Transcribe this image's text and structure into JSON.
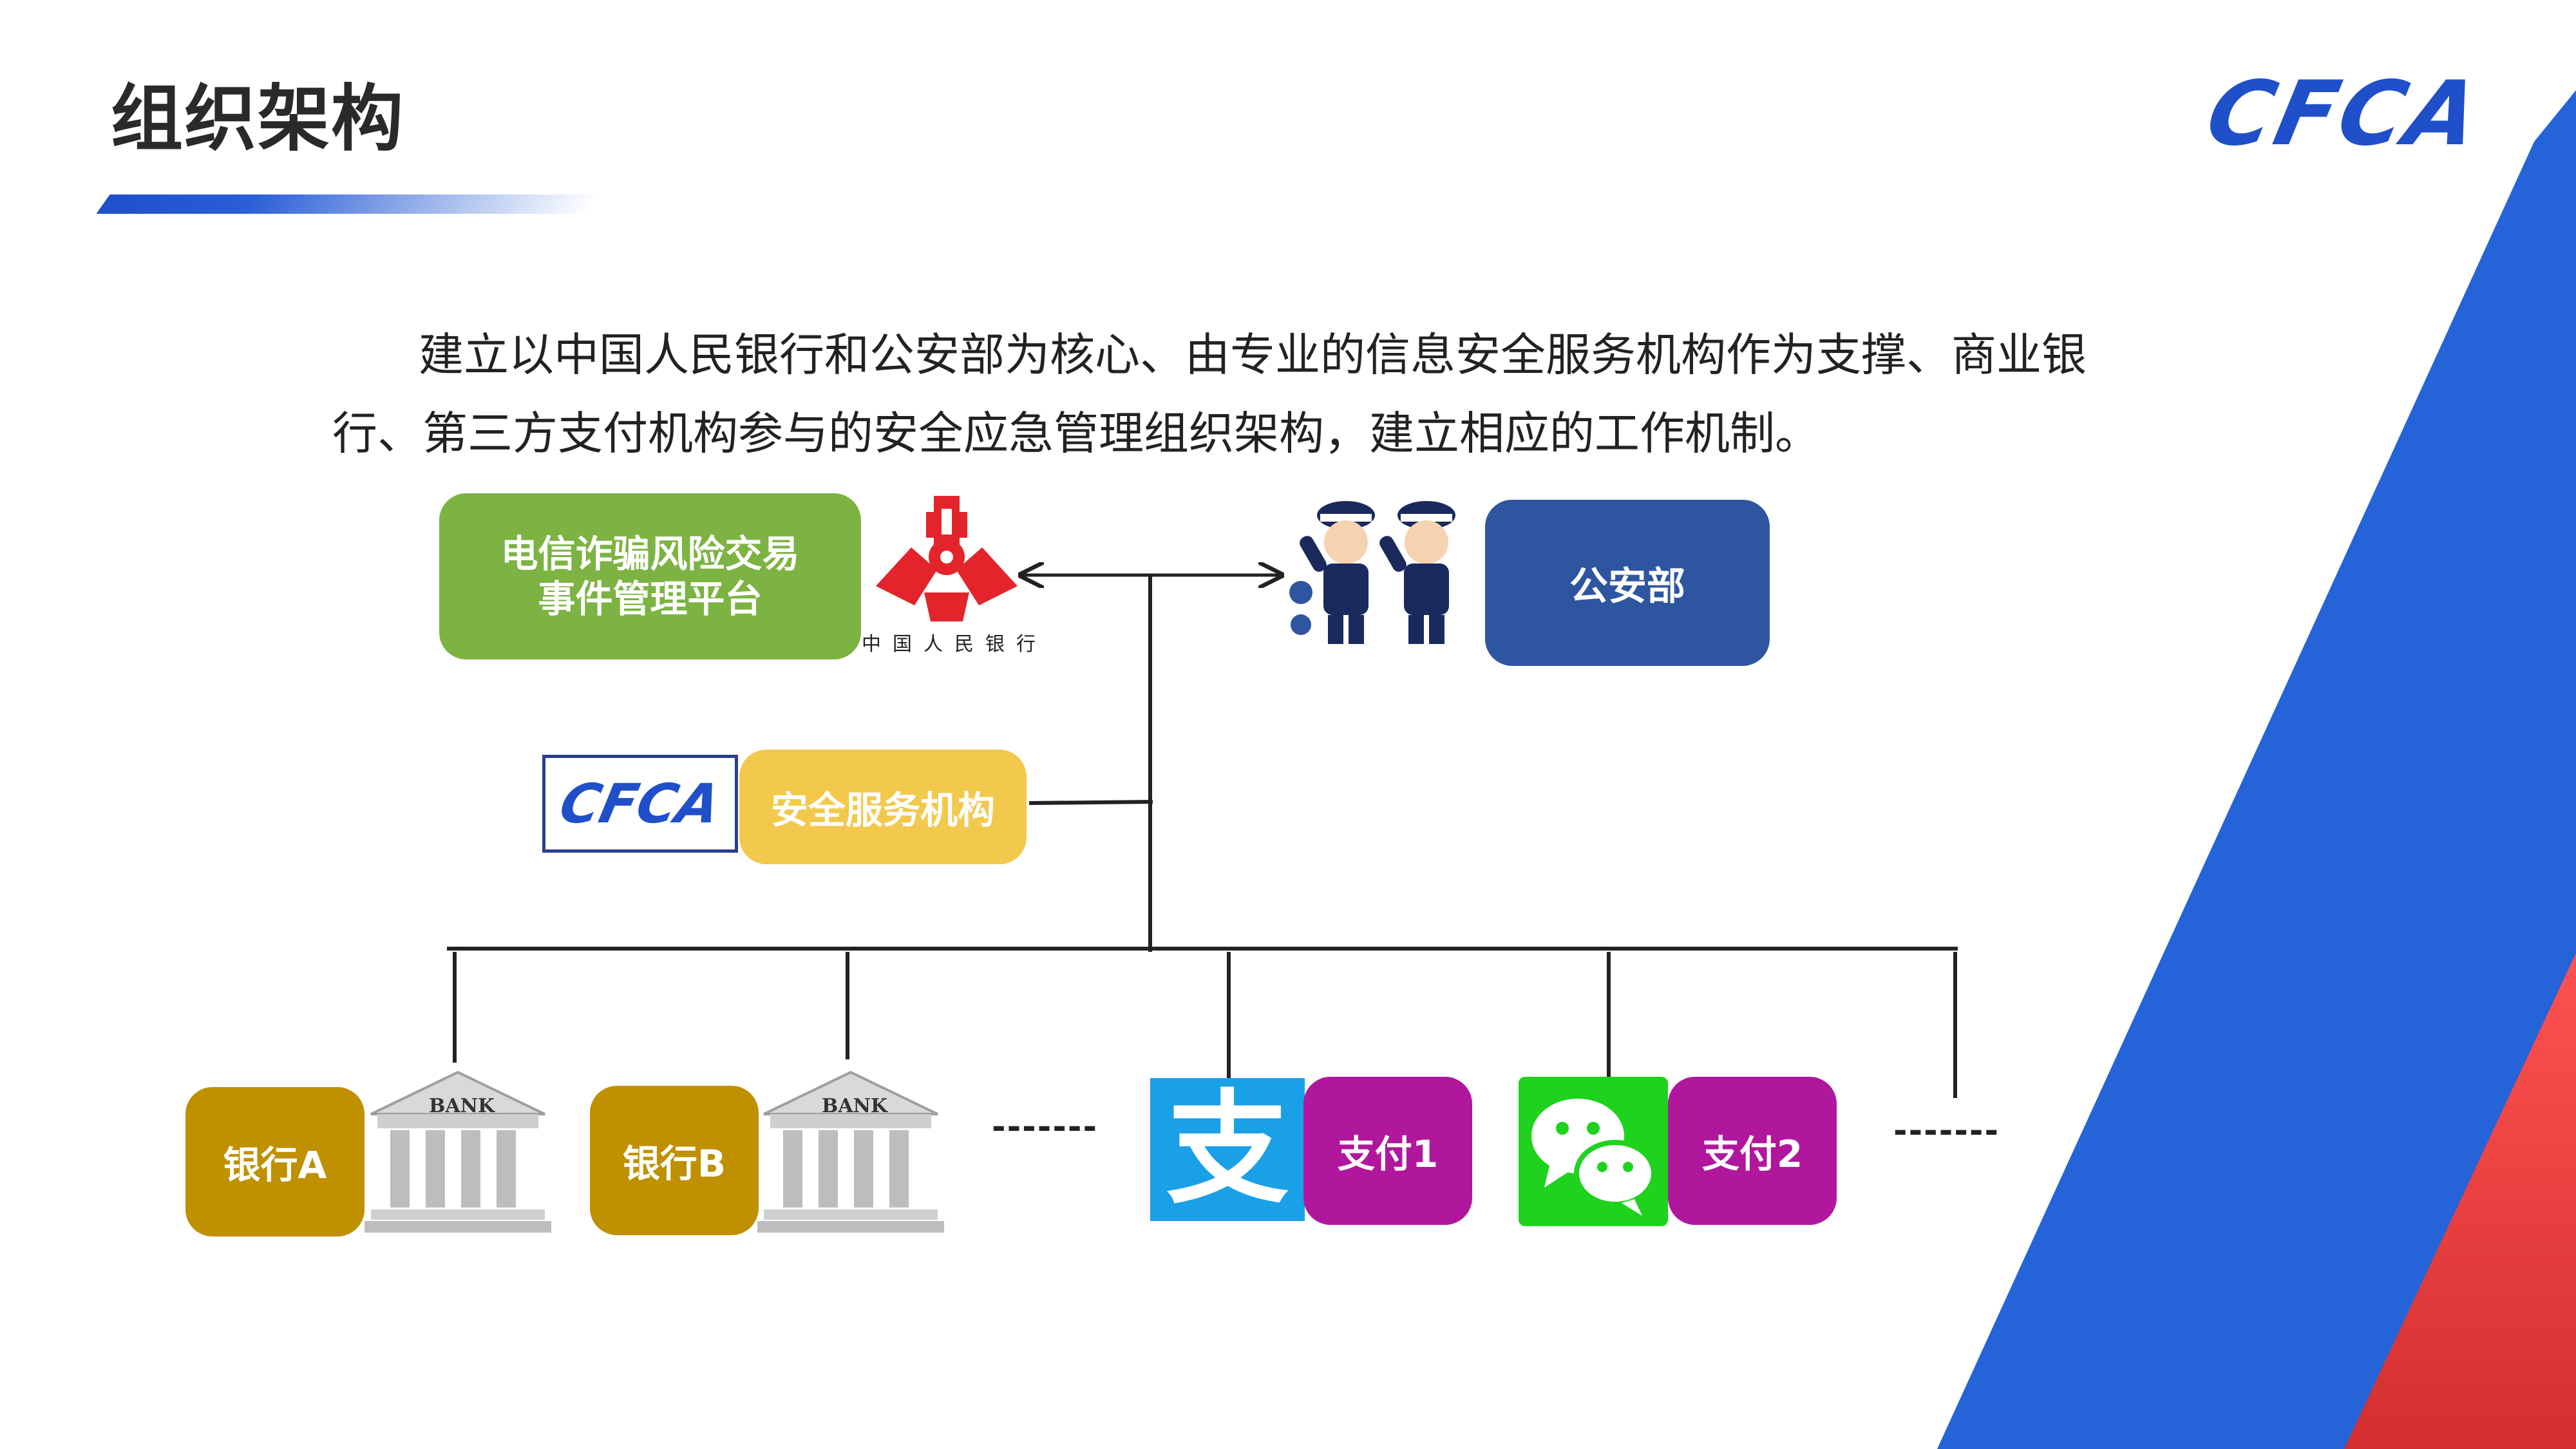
{
  "slide": {
    "title": "组织架构",
    "logo_text": "CFCA",
    "paragraph_line1": "建立以中国人民银行和公安部为核心、由专业的信息安全服务机构作为支撑、商业银",
    "paragraph_line2": "行、第三方支付机构参与的安全应急管理组织架构，建立相应的工作机制。"
  },
  "nodes": {
    "fraud_platform": {
      "line1": "电信诈骗风险交易",
      "line2": "事件管理平台",
      "color": "#7cb342"
    },
    "pboc_logo_caption": "中国人民银行",
    "police": {
      "label": "公安部",
      "color": "#2e559f"
    },
    "cfca_badge": "CFCA",
    "security_service": {
      "label": "安全服务机构",
      "color": "#f2c94c"
    },
    "bank_a": {
      "label": "银行A",
      "color": "#bf9000"
    },
    "bank_b": {
      "label": "银行B",
      "color": "#bf9000"
    },
    "bank_sign": "BANK",
    "pay1": {
      "label": "支付1",
      "color": "#b0179c"
    },
    "pay2": {
      "label": "支付2",
      "color": "#b0179c"
    },
    "alipay_glyph": "支",
    "ellipsis": "-------"
  },
  "colors": {
    "accent_blue": "#2a5fd6",
    "accent_red": "#e53935",
    "cfca_blue": "#1f4fc9"
  }
}
